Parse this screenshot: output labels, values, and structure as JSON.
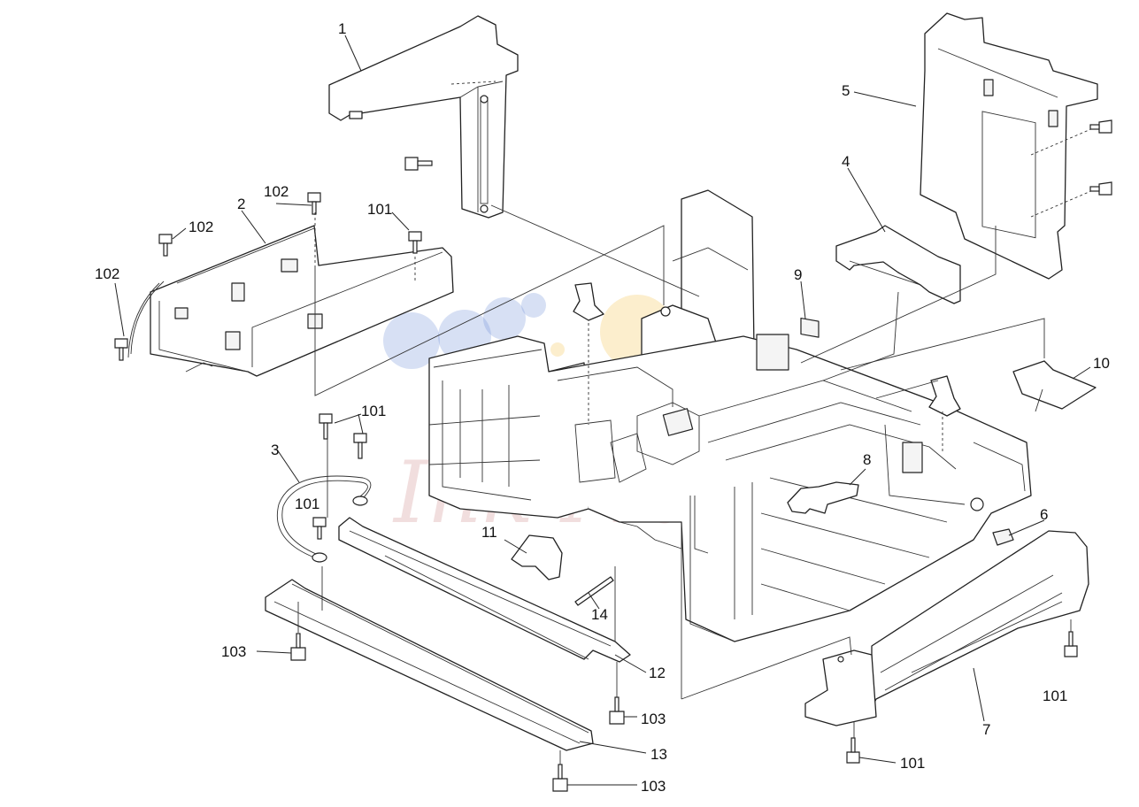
{
  "watermark": {
    "text": "Ink-Market",
    "colors": [
      "#6f8fd8",
      "#f6c34a",
      "#e06a6a"
    ]
  },
  "callouts": [
    {
      "label": "1"
    },
    {
      "label": "2"
    },
    {
      "label": "3"
    },
    {
      "label": "4"
    },
    {
      "label": "5"
    },
    {
      "label": "6"
    },
    {
      "label": "7"
    },
    {
      "label": "8"
    },
    {
      "label": "9"
    },
    {
      "label": "10"
    },
    {
      "label": "11"
    },
    {
      "label": "12"
    },
    {
      "label": "13"
    },
    {
      "label": "14"
    },
    {
      "label": "101"
    },
    {
      "label": "101"
    },
    {
      "label": "101"
    },
    {
      "label": "101"
    },
    {
      "label": "101"
    },
    {
      "label": "102"
    },
    {
      "label": "102"
    },
    {
      "label": "102"
    },
    {
      "label": "103"
    },
    {
      "label": "103"
    },
    {
      "label": "103"
    }
  ]
}
